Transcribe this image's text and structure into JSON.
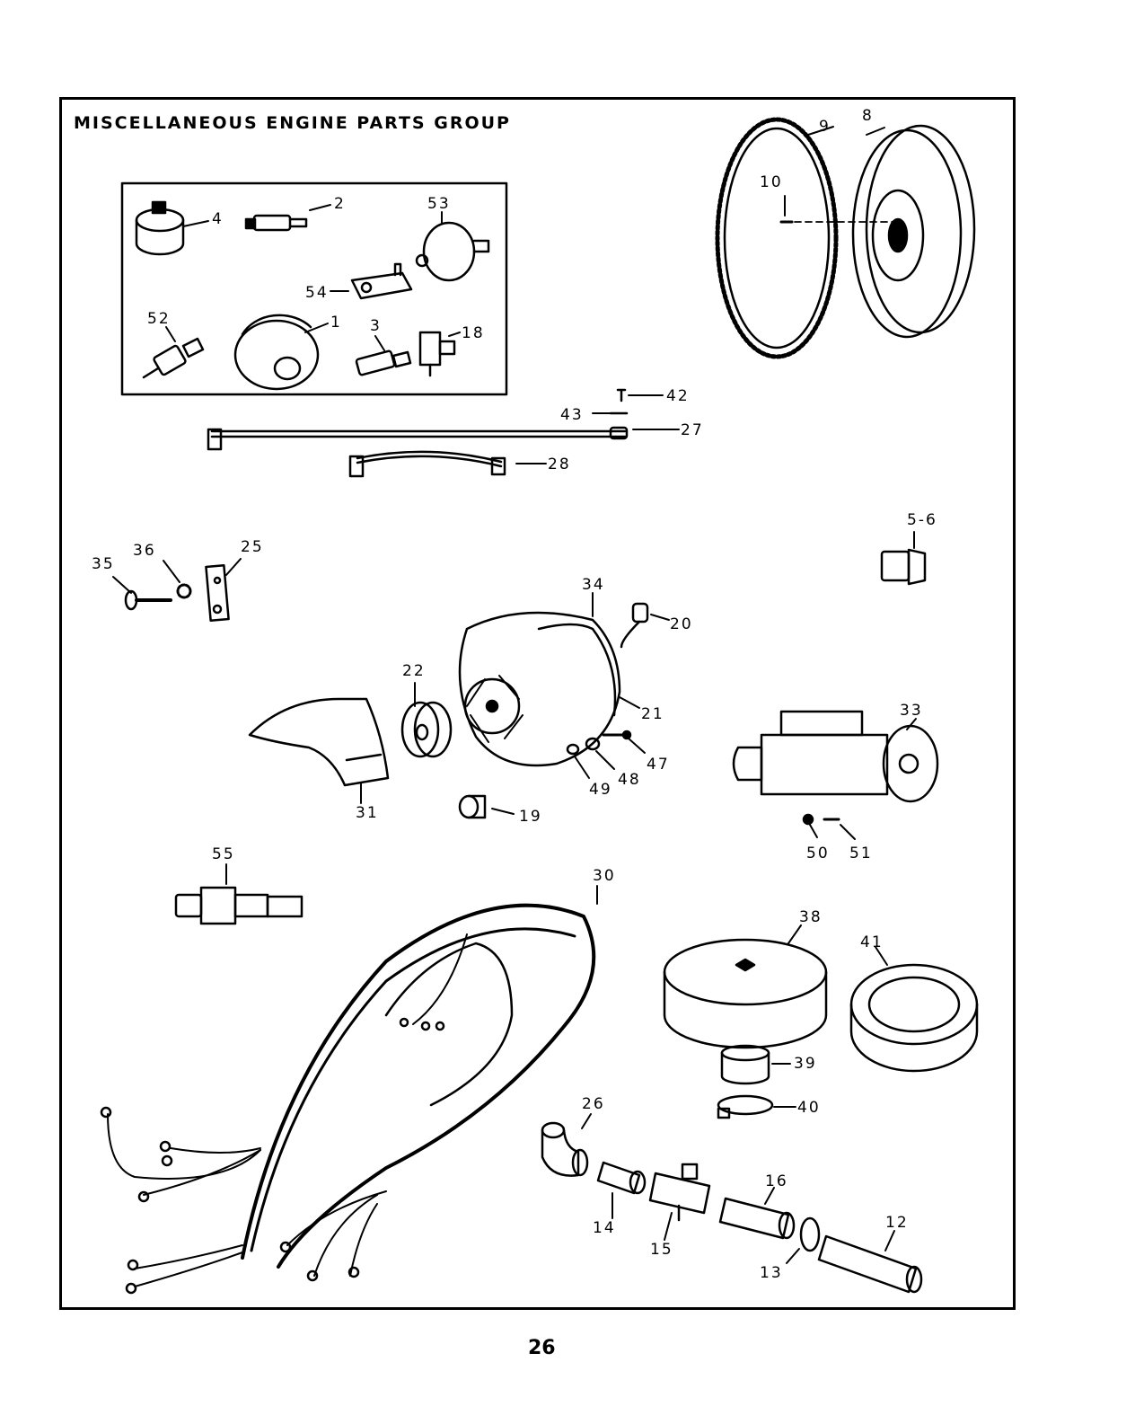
{
  "title": "MISCELLANEOUS ENGINE PARTS GROUP",
  "page_number": "26",
  "callouts": {
    "c1": "1",
    "c2": "2",
    "c3": "3",
    "c4": "4",
    "c5_6": "5-6",
    "c8": "8",
    "c9": "9",
    "c10": "10",
    "c12": "12",
    "c13": "13",
    "c14": "14",
    "c15": "15",
    "c16": "16",
    "c18": "18",
    "c19": "19",
    "c20": "20",
    "c21": "21",
    "c22": "22",
    "c25": "25",
    "c26": "26",
    "c27": "27",
    "c28": "28",
    "c30": "30",
    "c31": "31",
    "c33": "33",
    "c34": "34",
    "c35": "35",
    "c36": "36",
    "c38": "38",
    "c39": "39",
    "c40": "40",
    "c41": "41",
    "c42": "42",
    "c43": "43",
    "c47": "47",
    "c48": "48",
    "c49": "49",
    "c50": "50",
    "c51": "51",
    "c52": "52",
    "c53": "53",
    "c54": "54",
    "c55": "55"
  }
}
